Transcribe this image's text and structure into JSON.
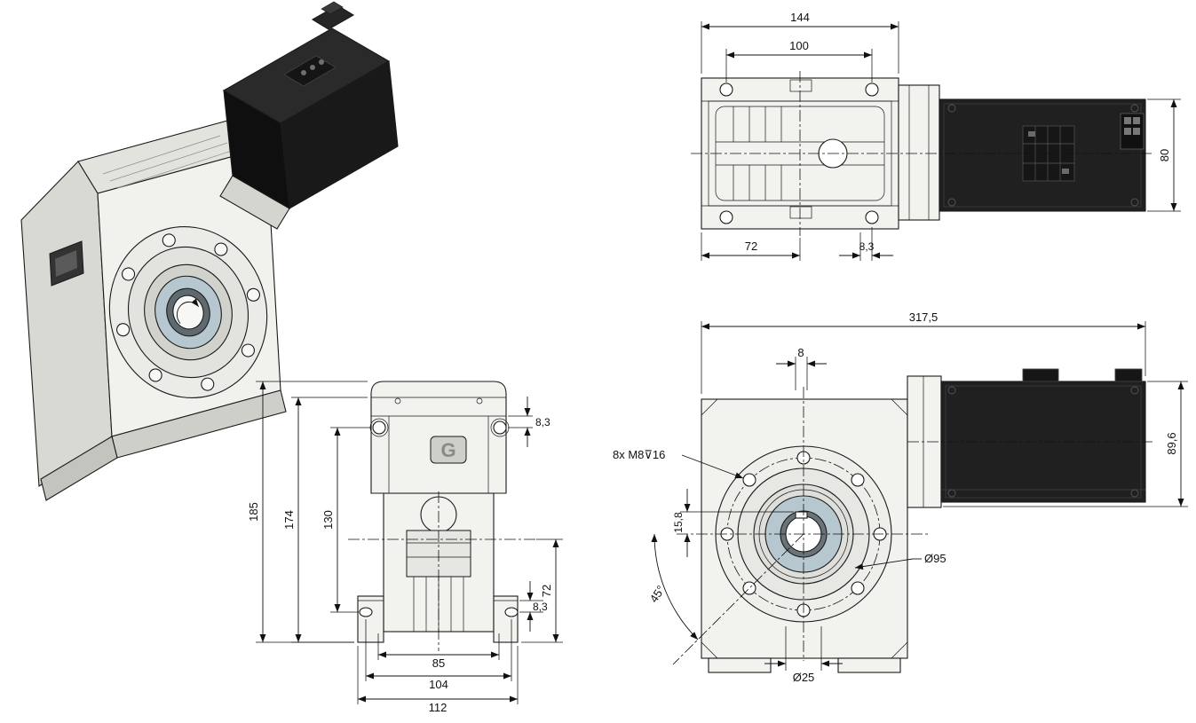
{
  "colors": {
    "background": "#ffffff",
    "line": "#1a1a1a",
    "body_fill": "#f2f2ef",
    "motor_fill": "#202020",
    "hub_fill": "#b7c7cf"
  },
  "logo": "G",
  "views": {
    "isometric": {
      "description": "3D view of worm gearbox with mounted motor"
    },
    "top": {
      "dims": {
        "d144": "144",
        "d100": "100",
        "d80": "80",
        "d72": "72",
        "d83": "8,3"
      }
    },
    "front": {
      "dims": {
        "d185": "185",
        "d174": "174",
        "d130": "130",
        "d83_top": "8,3",
        "d72": "72",
        "d83_bottom": "8,3",
        "d85": "85",
        "d104": "104",
        "d112": "112"
      }
    },
    "side": {
      "dims": {
        "d3175": "317,5",
        "d8": "8",
        "d896": "89,6",
        "bolt_note": "8x M8⊽16",
        "d158": "15,8",
        "d95": "Ø95",
        "d45": "45°",
        "d25": "Ø25"
      }
    }
  }
}
